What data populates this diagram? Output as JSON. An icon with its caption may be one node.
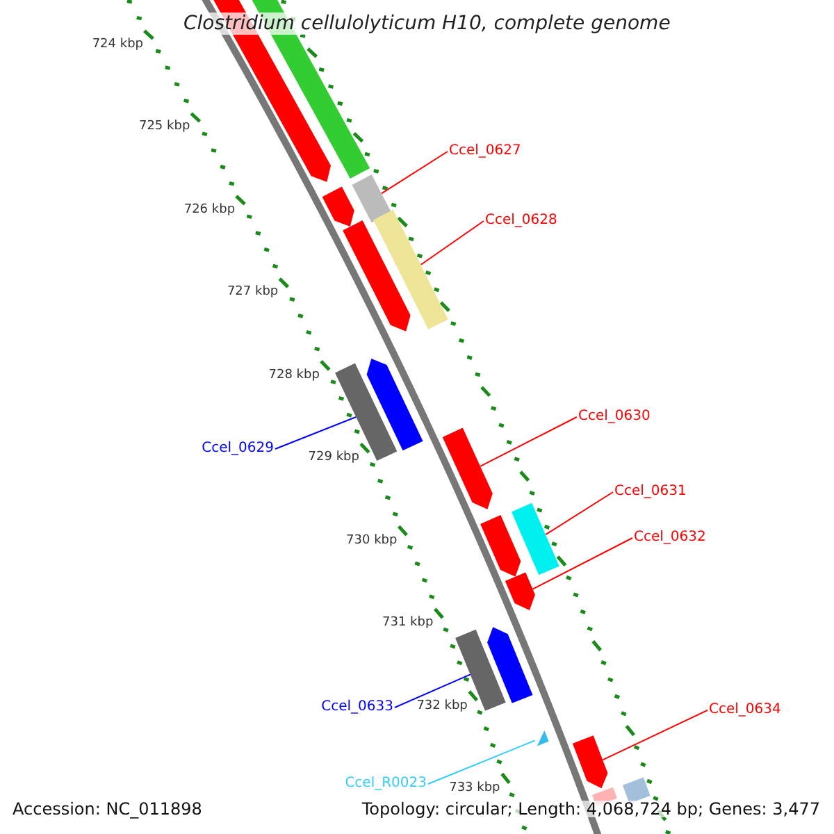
{
  "diagram": {
    "title": "Clostridium cellulolyticum H10, complete genome",
    "nodes": [
      {
        "text": [
          "Ccel_0627"
        ]
      },
      {
        "text": [
          "Ccel_0628"
        ]
      },
      {
        "text": [
          "Ccel_0630"
        ]
      },
      {
        "text": [
          "Ccel_0629"
        ]
      },
      {
        "text": [
          "Ccel_0631"
        ]
      },
      {
        "text": [
          "Ccel_0632"
        ]
      },
      {
        "text": [
          "Ccel_0633"
        ]
      },
      {
        "text": [
          "Ccel_0634"
        ]
      },
      {
        "text": [
          "Ccel_R0023"
        ]
      },
      {
        "text": [],
        "shape": "bar"
      },
      {
        "text": [],
        "shape": "bar"
      },
      {
        "text": [],
        "shape": "bar"
      },
      {
        "text": [],
        "shape": "bar"
      },
      {
        "text": [],
        "shape": "bar"
      },
      {
        "text": [],
        "shape": "bar"
      },
      {
        "text": [],
        "shape": "bar"
      },
      {
        "text": [],
        "shape": "bar"
      },
      {
        "text": [],
        "shape": "bar"
      },
      {
        "text": [],
        "shape": "bar"
      },
      {
        "text": [],
        "shape": "bar"
      },
      {
        "text": [],
        "shape": "bar"
      },
      {
        "text": [],
        "shape": "bar"
      },
      {
        "text": [],
        "shape": "bar"
      },
      {
        "text": [],
        "shape": "triangle"
      },
      {
        "text": [],
        "shape": "bar"
      },
      {
        "text": [],
        "shape": "bar"
      },
      {
        "text": [],
        "shape": "bar"
      }
    ],
    "edges": [
      {
        "from": 0,
        "to": 11,
        "arrow": "none"
      },
      {
        "from": 1,
        "to": 14,
        "arrow": "none"
      },
      {
        "from": 2,
        "to": 17,
        "arrow": "none"
      },
      {
        "from": 3,
        "to": 16,
        "arrow": "none",
        "color": "#0000ff"
      },
      {
        "from": 4,
        "to": 18,
        "arrow": "none"
      },
      {
        "from": 5,
        "to": 20,
        "arrow": "none"
      },
      {
        "from": 6,
        "to": 22,
        "arrow": "none",
        "color": "#0000ff"
      },
      {
        "from": 7,
        "to": 24,
        "arrow": "none"
      },
      {
        "from": 8,
        "to": 23,
        "arrow": "none",
        "color": "#33ccff"
      }
    ],
    "labels": [
      "724 kbp",
      "725 kbp",
      "726 kbp",
      "727 kbp",
      "728 kbp",
      "729 kbp",
      "730 kbp",
      "731 kbp",
      "732 kbp",
      "733 kbp",
      "Accession: NC_011898",
      "Topology: circular; Length: 4,068,724 bp; Genes: 3,477"
    ]
  }
}
